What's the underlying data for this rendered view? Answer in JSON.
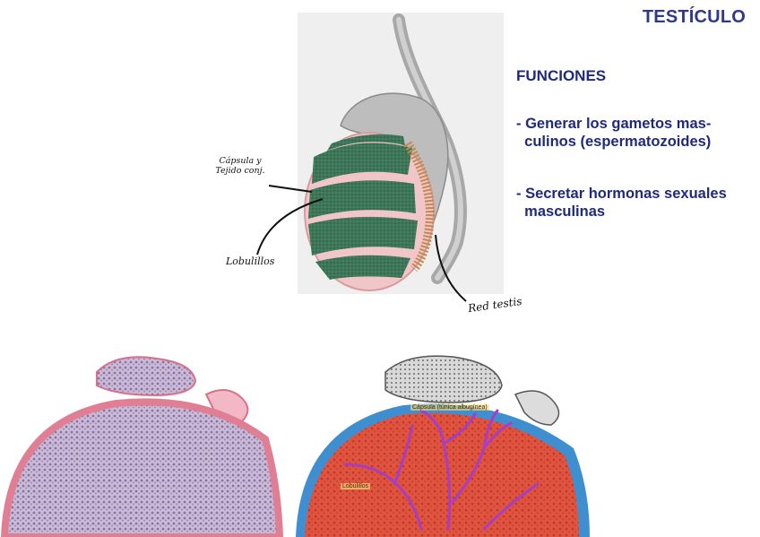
{
  "title": "TESTÍCULO",
  "functions": {
    "heading": "FUNCIONES",
    "items": [
      "- Generar los gametos mas-\n  culinos (espermatozoides)",
      "- Secretar hormonas sexuales\n  masculinas"
    ]
  },
  "annotations": {
    "capsula": "Cápsula y Tejido conj.",
    "lobulillos": "Lobulillos",
    "red_testis": "Red testis"
  },
  "micrograph_labels": {
    "capsula": "Cápsula (túnica albugínea)",
    "lobulillos": "Lobulillos"
  },
  "colors": {
    "title": "#2f3a86",
    "text": "#1f2a7a",
    "lobule": "#3f7a5c",
    "capsule_overlay": "#3f8fd0",
    "lobule_overlay": "#e05040",
    "septa_overlay": "#a040c0"
  }
}
